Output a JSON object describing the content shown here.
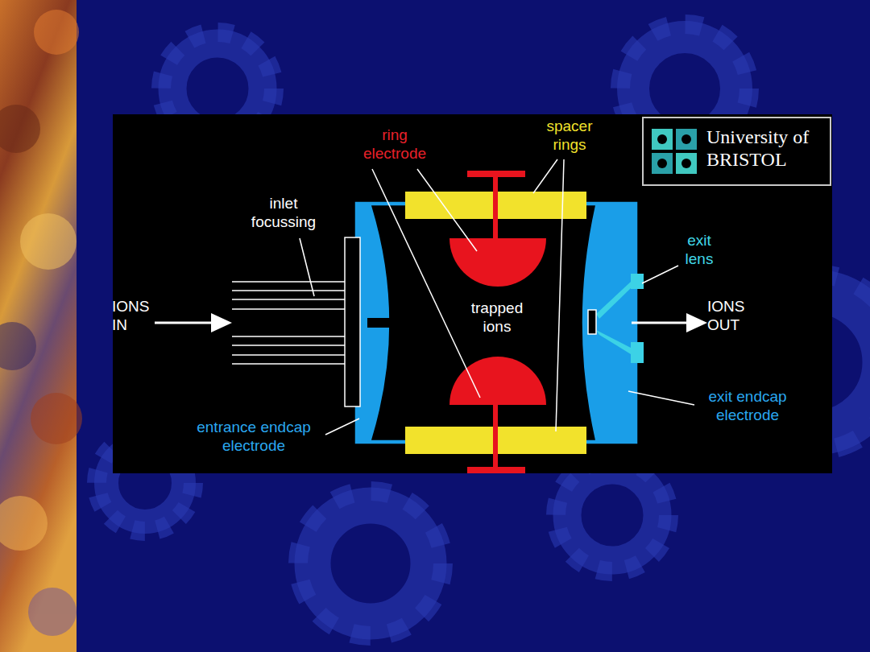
{
  "diagram": {
    "nodes": [
      {
        "text": [
          "University of BRISTOL"
        ]
      }
    ],
    "labels": [
      "ring electrode",
      "spacer rings",
      "inlet focussing",
      "IONS IN",
      "trapped ions",
      "exit lens",
      "IONS OUT",
      "entrance endcap electrode",
      "exit endcap electrode"
    ]
  }
}
